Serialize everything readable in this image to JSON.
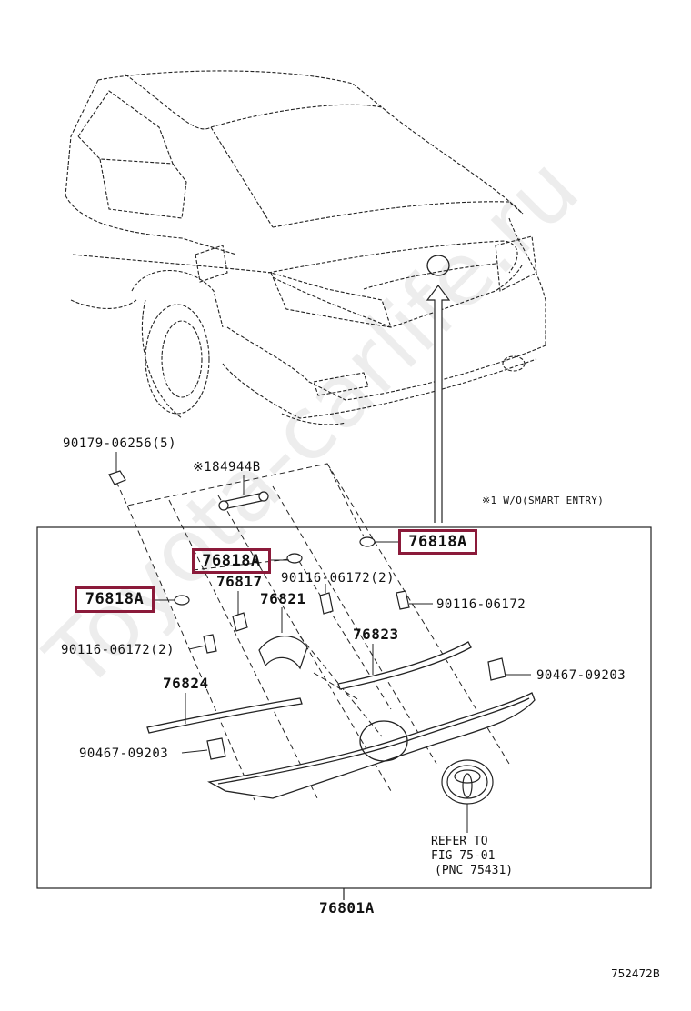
{
  "watermark": "Toyota-carlife.ru",
  "figure_id": "752472B",
  "note_smart_entry": "※1 W/O(SMART ENTRY)",
  "labels": {
    "p90179": "90179-06256(5)",
    "p84944b": "※184944B",
    "p76818a_top": "76818A",
    "p76818a_mid": "76818A",
    "p76818a_left": "76818A",
    "p76817": "76817",
    "p90116_mid": "90116-06172(2)",
    "p76821": "76821",
    "p90116_right": "90116-06172",
    "p90116_left": "90116-06172(2)",
    "p76823": "76823",
    "p90467_right": "90467-09203",
    "p76824": "76824",
    "p90467_left": "90467-09203",
    "p76801a": "76801A"
  },
  "refer": {
    "line1": "REFER TO",
    "line2": "FIG 75-01",
    "line3": "(PNC 75431)"
  },
  "colors": {
    "highlight": "#8b1a3a",
    "line": "#222222"
  }
}
